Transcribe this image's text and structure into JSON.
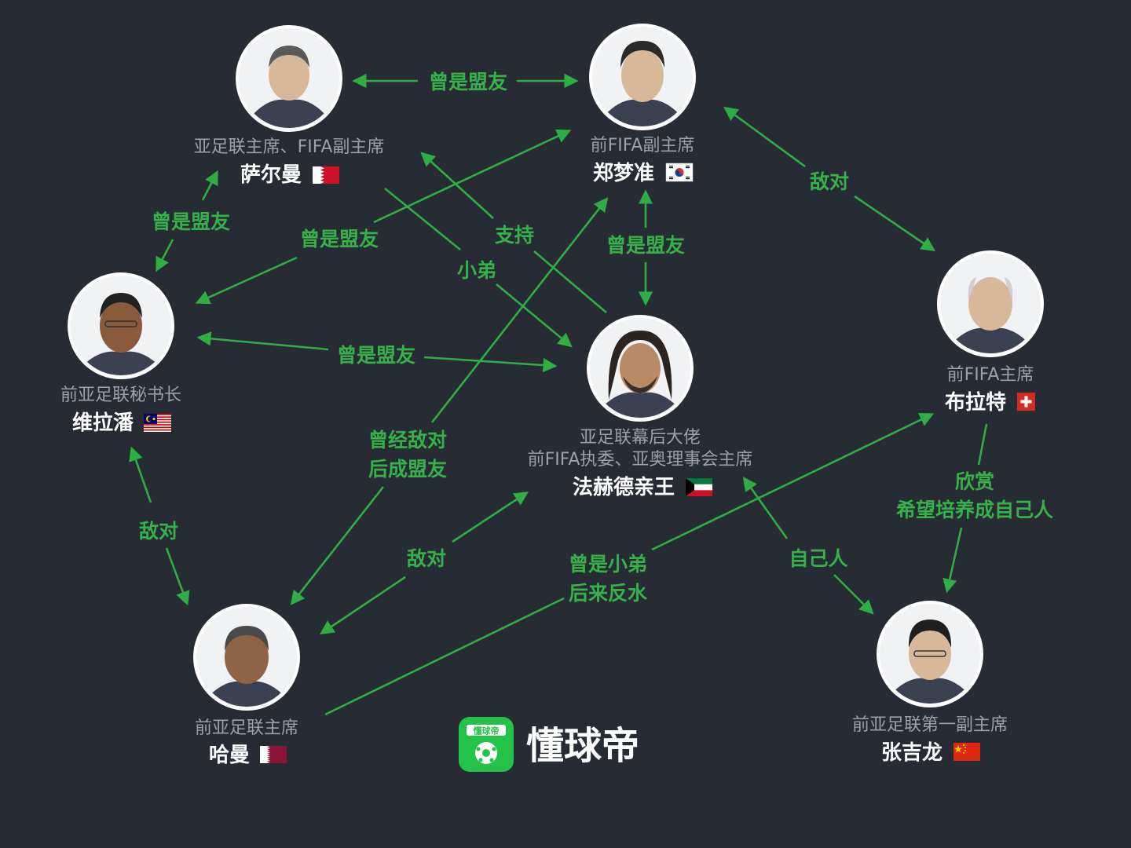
{
  "nodes": [
    {
      "id": "salman",
      "role": "亚足联主席、FIFA副主席",
      "name": "萨尔曼",
      "flag": "bahrain"
    },
    {
      "id": "chung",
      "role": "前FIFA副主席",
      "name": "郑梦准",
      "flag": "korea"
    },
    {
      "id": "blatter",
      "role": "前FIFA主席",
      "name": "布拉特",
      "flag": "switzerland"
    },
    {
      "id": "velappan",
      "role": "前亚足联秘书长",
      "name": "维拉潘",
      "flag": "malaysia"
    },
    {
      "id": "ahmad",
      "role_line1": "亚足联幕后大佬",
      "role_line2": "前FIFA执委、亚奥理事会主席",
      "name": "法赫德亲王",
      "flag": "kuwait"
    },
    {
      "id": "hammam",
      "role": "前亚足联主席",
      "name": "哈曼",
      "flag": "qatar"
    },
    {
      "id": "zhang",
      "role": "前亚足联第一副主席",
      "name": "张吉龙",
      "flag": "china"
    }
  ],
  "edges": {
    "salman_chung": "曾是盟友",
    "salman_velappan": "曾是盟友",
    "chung_velappan": "曾是盟友",
    "salman_ahmad": "小弟",
    "ahmad_salman": "支持",
    "chung_ahmad": "曾是盟友",
    "chung_blatter": "敌对",
    "velappan_ahmad": "曾是盟友",
    "chung_hammam_line1": "曾经敌对",
    "chung_hammam_line2": "后成盟友",
    "velappan_hammam": "敌对",
    "hammam_ahmad": "敌对",
    "hammam_blatter_line1": "曾是小弟",
    "hammam_blatter_line2": "后来反水",
    "ahmad_zhang": "自己人",
    "blatter_zhang_line1": "欣赏",
    "blatter_zhang_line2": "希望培养成自己人"
  },
  "logo": {
    "text": "懂球帝",
    "badge": "懂球帝"
  },
  "colors": {
    "background": "#262b34",
    "edge": "#2fae45",
    "relation_text": "#36b14a",
    "role_text": "#9aa1ab",
    "name_text": "#ffffff"
  }
}
